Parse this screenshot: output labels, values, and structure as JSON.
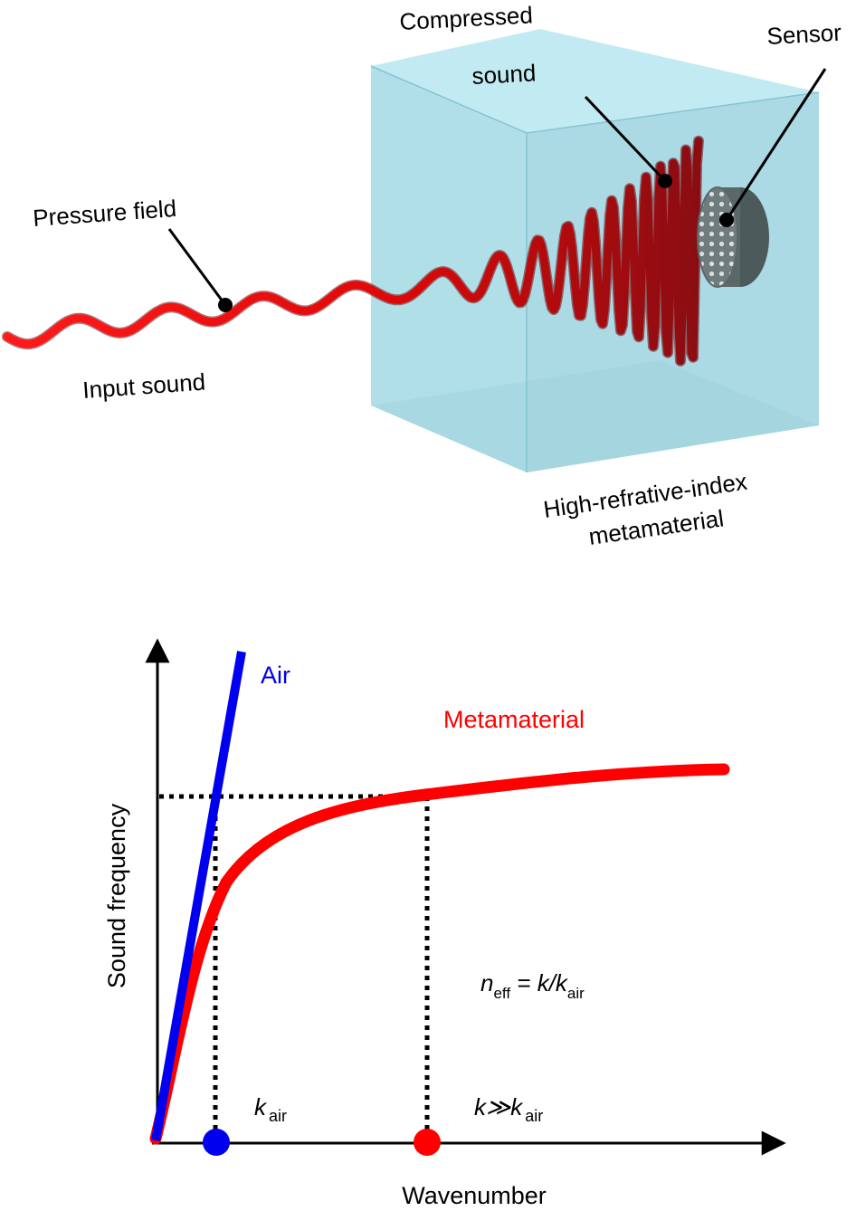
{
  "illustration": {
    "labels": {
      "compressed_line1": "Compressed",
      "compressed_line2": "sound",
      "sensor": "Sensor",
      "pressure_field": "Pressure field",
      "input_sound": "Input sound",
      "metamaterial_line1": "High-refrative-index",
      "metamaterial_line2": "metamaterial"
    },
    "colors": {
      "wave": "#e10000",
      "wave_dark": "#8a0d12",
      "box": "#a9dbe6",
      "sensor": "#8a9798"
    }
  },
  "graph": {
    "x_axis_label": "Wavenumber",
    "y_axis_label": "Sound frequency",
    "air_label": "Air",
    "metamaterial_label": "Metamaterial",
    "neff": {
      "n": "n",
      "eff": "eff",
      "rest": " = k/k",
      "air": "air"
    },
    "kair": {
      "k": "k",
      "sub": "air"
    },
    "kmeta": {
      "k": "k≫k",
      "sub": "air"
    },
    "colors": {
      "air": "#0000ee",
      "metamaterial": "#ff0000",
      "dotted": "#000000"
    }
  }
}
